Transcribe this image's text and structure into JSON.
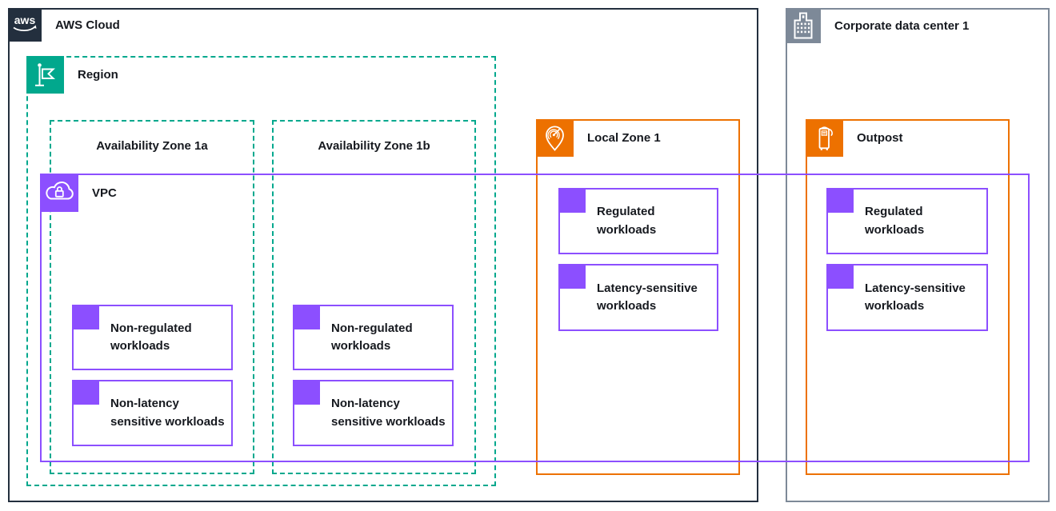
{
  "colors": {
    "aws_cloud_border": "#232F3E",
    "region_dashed_teal": "#01A88D",
    "vpc_purple": "#8C4FFF",
    "local_zone_orange": "#ED7100",
    "outpost_orange": "#ED7100",
    "datacenter_gray": "#7D8998",
    "text": "#16191F",
    "background": "#FFFFFF"
  },
  "icons": {
    "aws_cloud": "aws-logo-icon",
    "region": "region-flag-icon",
    "vpc": "vpc-cloud-lock-icon",
    "local_zone": "local-zone-pin-icon",
    "corporate_dc": "building-icon",
    "outpost": "outpost-rack-icon",
    "workload": "workload-corner-square"
  },
  "aws_cloud": {
    "label": "AWS Cloud"
  },
  "region": {
    "label": "Region"
  },
  "az1a": {
    "label": "Availability Zone 1a",
    "workloads": [
      {
        "label": "Non-regulated\nworkloads"
      },
      {
        "label": "Non-latency\nsensitive workloads"
      }
    ]
  },
  "az1b": {
    "label": "Availability Zone 1b",
    "workloads": [
      {
        "label": "Non-regulated\nworkloads"
      },
      {
        "label": "Non-latency\nsensitive workloads"
      }
    ]
  },
  "vpc": {
    "label": "VPC"
  },
  "local_zone": {
    "label": "Local Zone 1",
    "workloads": [
      {
        "label": "Regulated\nworkloads"
      },
      {
        "label": "Latency-sensitive\nworkloads"
      }
    ]
  },
  "corporate_dc": {
    "label": "Corporate data center 1"
  },
  "outpost": {
    "label": "Outpost",
    "workloads": [
      {
        "label": "Regulated\nworkloads"
      },
      {
        "label": "Latency-sensitive\nworkloads"
      }
    ]
  }
}
